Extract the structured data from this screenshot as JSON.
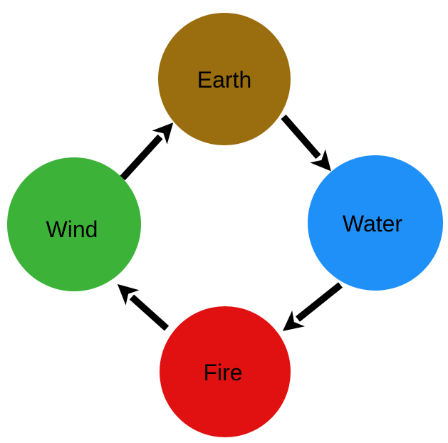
{
  "diagram": {
    "type": "cycle-diagram",
    "background": "#ffffff",
    "arrow_color": "#000000",
    "text_color": "#000000",
    "nodes": [
      {
        "id": "earth",
        "label": "Earth",
        "color": "#9a6d0e",
        "position": "top"
      },
      {
        "id": "water",
        "label": "Water",
        "color": "#1e90f8",
        "position": "right"
      },
      {
        "id": "fire",
        "label": "Fire",
        "color": "#e11111",
        "position": "bottom"
      },
      {
        "id": "wind",
        "label": "Wind",
        "color": "#3cb338",
        "position": "left"
      }
    ],
    "edges": [
      {
        "from": "Earth",
        "to": "Water"
      },
      {
        "from": "Water",
        "to": "Fire"
      },
      {
        "from": "Fire",
        "to": "Wind"
      },
      {
        "from": "Wind",
        "to": "Earth"
      }
    ]
  }
}
